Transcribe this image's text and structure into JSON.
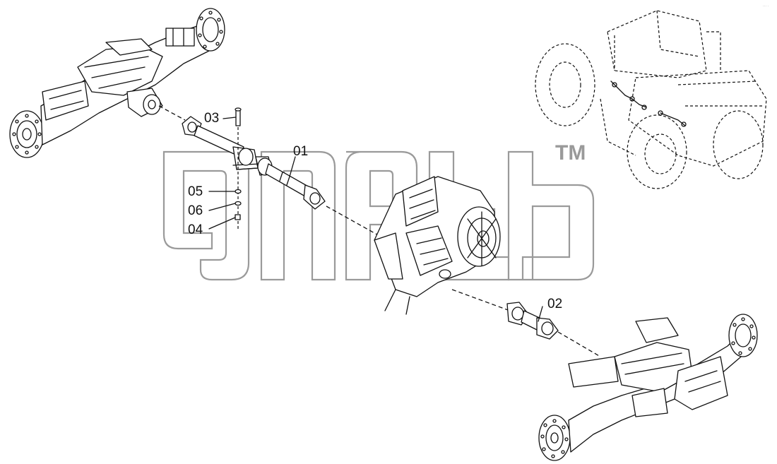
{
  "parts": [
    {
      "id": "01",
      "label": "01"
    },
    {
      "id": "02",
      "label": "02"
    },
    {
      "id": "03",
      "label": "03"
    },
    {
      "id": "04",
      "label": "04"
    },
    {
      "id": "05",
      "label": "05"
    },
    {
      "id": "06",
      "label": "06"
    }
  ],
  "watermark": {
    "trademark": "TM"
  },
  "corner_code": "··· ·"
}
